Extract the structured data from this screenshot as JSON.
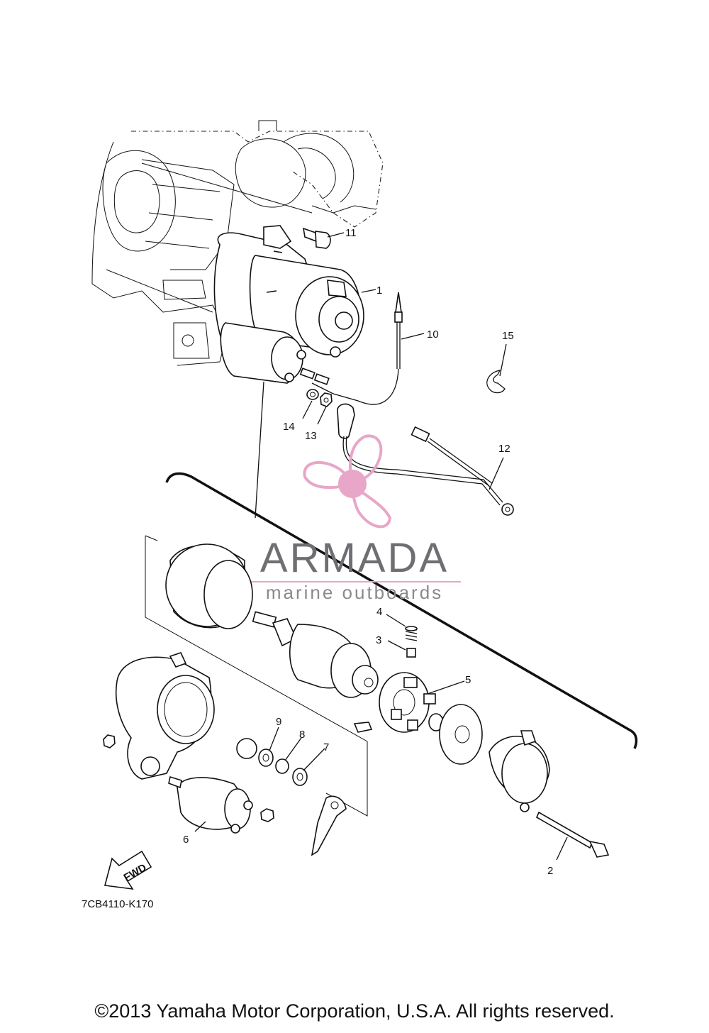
{
  "diagram": {
    "drawing_code": "7CB4110-K170",
    "fwd_label": "FWD",
    "copyright": "©2013 Yamaha Motor Corporation, U.S.A. All rights reserved.",
    "watermark": {
      "title": "ARMADA",
      "subtitle": "marine outboards",
      "accent_color": "#e8a6c8",
      "text_color": "#6f6f73"
    },
    "callouts": [
      "1",
      "2",
      "3",
      "4",
      "5",
      "6",
      "7",
      "8",
      "9",
      "10",
      "11",
      "12",
      "13",
      "14",
      "15"
    ]
  }
}
